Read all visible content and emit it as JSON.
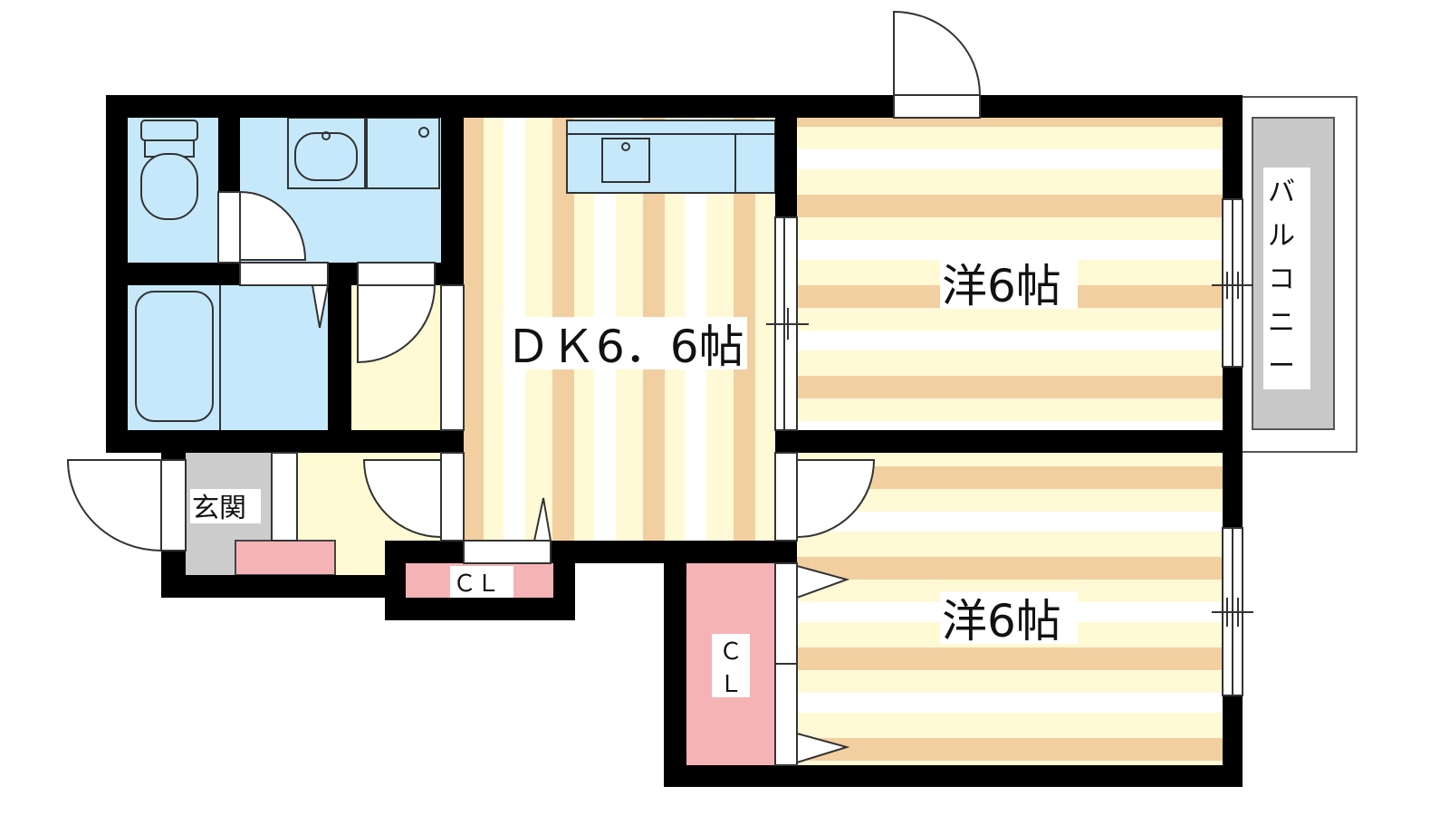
{
  "rooms": {
    "dk_label": "ＤＫ6．6帖",
    "western_upper_label": "洋6帖",
    "western_lower_label": "洋6帖",
    "entrance_label": "玄関",
    "closet_small_label": "ＣＬ",
    "closet_tall_label": [
      "Ｃ",
      "Ｌ"
    ],
    "balcony_label": [
      "バ",
      "ル",
      "コ",
      "ニ",
      "ー"
    ]
  },
  "colors": {
    "wall": "#000000",
    "wet_area": "#c5e9fb",
    "floor_stripe_light": "#fff9d6",
    "floor_stripe_dark": "#f2cfa0",
    "entrance_hall": "#fffad3",
    "entrance_tile": "#cccccc",
    "closet": "#f6b3b5",
    "balcony": "#c8c8c8"
  }
}
